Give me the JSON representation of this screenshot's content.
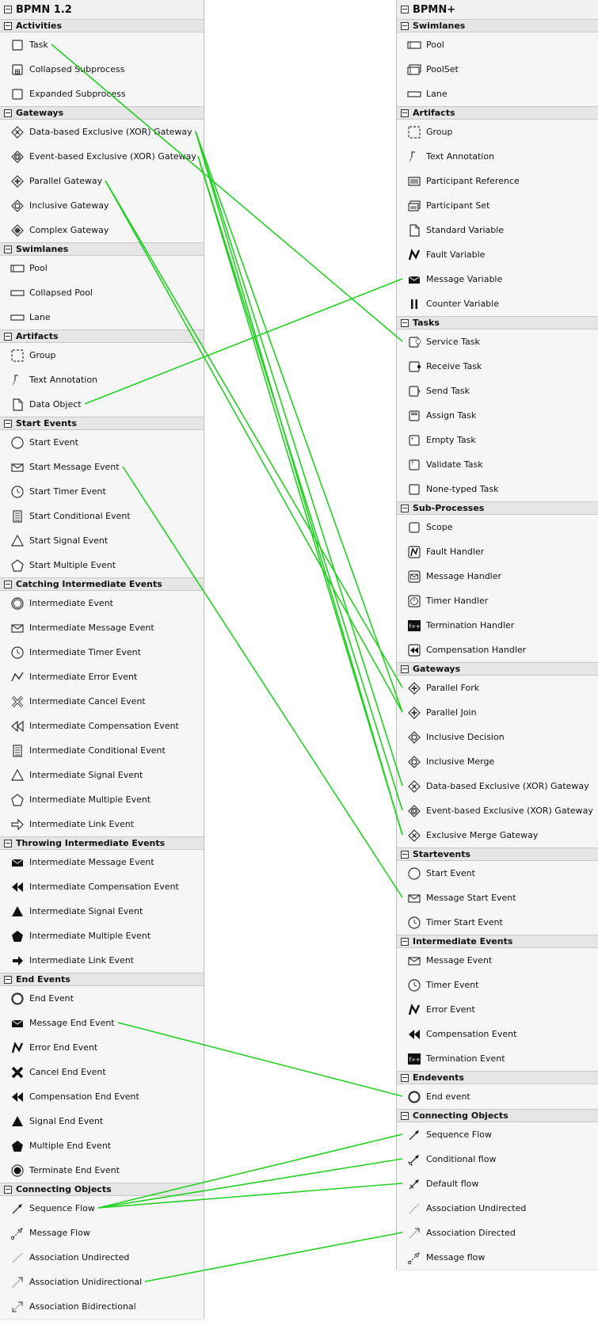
{
  "connector_color": "#22d022",
  "left": {
    "title": "BPMN 1.2",
    "sections": [
      {
        "label": "Activities",
        "items": [
          {
            "label": "Task",
            "icon": "task-icon"
          },
          {
            "label": "Collapsed Subprocess",
            "icon": "collapsed-subprocess-icon"
          },
          {
            "label": "Expanded Subprocess",
            "icon": "expanded-subprocess-icon"
          }
        ]
      },
      {
        "label": "Gateways",
        "items": [
          {
            "label": "Data-based Exclusive (XOR) Gateway",
            "icon": "xor-gateway-icon"
          },
          {
            "label": "Event-based Exclusive (XOR) Gateway",
            "icon": "event-gateway-icon"
          },
          {
            "label": "Parallel Gateway",
            "icon": "parallel-gateway-icon"
          },
          {
            "label": "Inclusive Gateway",
            "icon": "inclusive-gateway-icon"
          },
          {
            "label": "Complex Gateway",
            "icon": "complex-gateway-icon"
          }
        ]
      },
      {
        "label": "Swimlanes",
        "items": [
          {
            "label": "Pool",
            "icon": "pool-icon"
          },
          {
            "label": "Collapsed Pool",
            "icon": "collapsed-pool-icon"
          },
          {
            "label": "Lane",
            "icon": "lane-icon"
          }
        ]
      },
      {
        "label": "Artifacts",
        "items": [
          {
            "label": "Group",
            "icon": "group-icon"
          },
          {
            "label": "Text Annotation",
            "icon": "text-annotation-icon"
          },
          {
            "label": "Data Object",
            "icon": "data-object-icon"
          }
        ]
      },
      {
        "label": "Start Events",
        "items": [
          {
            "label": "Start Event",
            "icon": "start-event-icon"
          },
          {
            "label": "Start Message Event",
            "icon": "envelope-icon"
          },
          {
            "label": "Start Timer Event",
            "icon": "clock-icon"
          },
          {
            "label": "Start Conditional Event",
            "icon": "conditional-icon"
          },
          {
            "label": "Start Signal Event",
            "icon": "triangle-icon"
          },
          {
            "label": "Start Multiple Event",
            "icon": "pentagon-icon"
          }
        ]
      },
      {
        "label": "Catching Intermediate Events",
        "items": [
          {
            "label": "Intermediate Event",
            "icon": "intermediate-event-icon"
          },
          {
            "label": "Intermediate Message Event",
            "icon": "envelope-icon"
          },
          {
            "label": "Intermediate Timer Event",
            "icon": "clock-icon"
          },
          {
            "label": "Intermediate Error Event",
            "icon": "error-icon"
          },
          {
            "label": "Intermediate Cancel Event",
            "icon": "cancel-icon"
          },
          {
            "label": "Intermediate Compensation Event",
            "icon": "compensation-icon"
          },
          {
            "label": "Intermediate Conditional Event",
            "icon": "conditional-icon"
          },
          {
            "label": "Intermediate Signal Event",
            "icon": "triangle-icon"
          },
          {
            "label": "Intermediate Multiple Event",
            "icon": "pentagon-icon"
          },
          {
            "label": "Intermediate Link Event",
            "icon": "link-arrow-icon"
          }
        ]
      },
      {
        "label": "Throwing Intermediate Events",
        "items": [
          {
            "label": "Intermediate Message Event",
            "icon": "envelope-filled-icon"
          },
          {
            "label": "Intermediate Compensation Event",
            "icon": "compensation-filled-icon"
          },
          {
            "label": "Intermediate Signal Event",
            "icon": "triangle-filled-icon"
          },
          {
            "label": "Intermediate Multiple Event",
            "icon": "pentagon-filled-icon"
          },
          {
            "label": "Intermediate Link Event",
            "icon": "link-arrow-filled-icon"
          }
        ]
      },
      {
        "label": "End Events",
        "items": [
          {
            "label": "End Event",
            "icon": "end-event-icon"
          },
          {
            "label": "Message End Event",
            "icon": "envelope-filled-icon"
          },
          {
            "label": "Error End Event",
            "icon": "error-filled-icon"
          },
          {
            "label": "Cancel End Event",
            "icon": "cancel-filled-icon"
          },
          {
            "label": "Compensation End Event",
            "icon": "compensation-filled-icon"
          },
          {
            "label": "Signal End Event",
            "icon": "triangle-filled-icon"
          },
          {
            "label": "Multiple End Event",
            "icon": "pentagon-filled-icon"
          },
          {
            "label": "Terminate End Event",
            "icon": "terminate-icon"
          }
        ]
      },
      {
        "label": "Connecting Objects",
        "items": [
          {
            "label": "Sequence Flow",
            "icon": "sequence-flow-icon"
          },
          {
            "label": "Message Flow",
            "icon": "message-flow-icon"
          },
          {
            "label": "Association Undirected",
            "icon": "association-undirected-icon"
          },
          {
            "label": "Association Unidirectional",
            "icon": "association-directed-icon"
          },
          {
            "label": "Association Bidirectional",
            "icon": "association-bidirectional-icon"
          }
        ]
      }
    ]
  },
  "right": {
    "title": "BPMN+",
    "sections": [
      {
        "label": "Swimlanes",
        "items": [
          {
            "label": "Pool",
            "icon": "pool-icon"
          },
          {
            "label": "PoolSet",
            "icon": "poolset-icon"
          },
          {
            "label": "Lane",
            "icon": "lane-icon"
          }
        ]
      },
      {
        "label": "Artifacts",
        "items": [
          {
            "label": "Group",
            "icon": "group-icon"
          },
          {
            "label": "Text Annotation",
            "icon": "text-annotation-icon"
          },
          {
            "label": "Participant Reference",
            "icon": "participant-reference-icon"
          },
          {
            "label": "Participant Set",
            "icon": "participant-set-icon"
          },
          {
            "label": "Standard Variable",
            "icon": "data-object-icon"
          },
          {
            "label": "Fault Variable",
            "icon": "error-filled-icon"
          },
          {
            "label": "Message Variable",
            "icon": "envelope-filled-icon"
          },
          {
            "label": "Counter Variable",
            "icon": "pause-icon"
          }
        ]
      },
      {
        "label": "Tasks",
        "items": [
          {
            "label": "Service Task",
            "icon": "service-task-icon"
          },
          {
            "label": "Receive Task",
            "icon": "receive-task-icon"
          },
          {
            "label": "Send Task",
            "icon": "send-task-icon"
          },
          {
            "label": "Assign Task",
            "icon": "assign-task-icon"
          },
          {
            "label": "Empty Task",
            "icon": "empty-task-icon"
          },
          {
            "label": "Validate Task",
            "icon": "validate-task-icon"
          },
          {
            "label": "None-typed Task",
            "icon": "task-icon"
          }
        ]
      },
      {
        "label": "Sub-Processes",
        "items": [
          {
            "label": "Scope",
            "icon": "scope-icon"
          },
          {
            "label": "Fault Handler",
            "icon": "fault-handler-icon"
          },
          {
            "label": "Message Handler",
            "icon": "message-handler-icon"
          },
          {
            "label": "Timer Handler",
            "icon": "timer-handler-icon"
          },
          {
            "label": "Termination Handler",
            "icon": "termination-handler-icon"
          },
          {
            "label": "Compensation Handler",
            "icon": "compensation-handler-icon"
          }
        ]
      },
      {
        "label": "Gateways",
        "items": [
          {
            "label": "Parallel Fork",
            "icon": "parallel-gateway-icon"
          },
          {
            "label": "Parallel Join",
            "icon": "parallel-gateway-icon"
          },
          {
            "label": "Inclusive Decision",
            "icon": "inclusive-gateway-icon"
          },
          {
            "label": "Inclusive Merge",
            "icon": "inclusive-gateway-icon"
          },
          {
            "label": "Data-based Exclusive (XOR) Gateway",
            "icon": "xor-gateway-icon"
          },
          {
            "label": "Event-based Exclusive (XOR) Gateway",
            "icon": "event-gateway-icon"
          },
          {
            "label": "Exclusive Merge Gateway",
            "icon": "xor-gateway-icon"
          }
        ]
      },
      {
        "label": "Startevents",
        "items": [
          {
            "label": "Start Event",
            "icon": "start-event-icon"
          },
          {
            "label": "Message Start Event",
            "icon": "envelope-icon"
          },
          {
            "label": "Timer Start Event",
            "icon": "clock-icon"
          }
        ]
      },
      {
        "label": "Intermediate Events",
        "items": [
          {
            "label": "Message Event",
            "icon": "envelope-icon"
          },
          {
            "label": "Timer Event",
            "icon": "clock-icon"
          },
          {
            "label": "Error Event",
            "icon": "error-filled-icon"
          },
          {
            "label": "Compensation Event",
            "icon": "compensation-filled-icon"
          },
          {
            "label": "Termination Event",
            "icon": "termination-handler-icon"
          }
        ]
      },
      {
        "label": "Endevents",
        "items": [
          {
            "label": "End event",
            "icon": "end-event-icon"
          }
        ]
      },
      {
        "label": "Connecting Objects",
        "items": [
          {
            "label": "Sequence Flow",
            "icon": "sequence-flow-icon"
          },
          {
            "label": "Conditional flow",
            "icon": "conditional-flow-icon"
          },
          {
            "label": "Default flow",
            "icon": "default-flow-icon"
          },
          {
            "label": "Association Undirected",
            "icon": "association-undirected-icon"
          },
          {
            "label": "Association Directed",
            "icon": "association-directed-icon"
          },
          {
            "label": "Message flow",
            "icon": "message-flow-icon"
          }
        ]
      }
    ]
  },
  "mappings": [
    {
      "from": "Task",
      "to": "Service Task"
    },
    {
      "from": "Data-based Exclusive (XOR) Gateway",
      "to": "Data-based Exclusive (XOR) Gateway"
    },
    {
      "from": "Data-based Exclusive (XOR) Gateway",
      "to": "Parallel Join"
    },
    {
      "from": "Data-based Exclusive (XOR) Gateway",
      "to": "Exclusive Merge Gateway"
    },
    {
      "from": "Event-based Exclusive (XOR) Gateway",
      "to": "Event-based Exclusive (XOR) Gateway"
    },
    {
      "from": "Event-based Exclusive (XOR) Gateway",
      "to": "Exclusive Merge Gateway"
    },
    {
      "from": "Parallel Gateway",
      "to": "Parallel Fork"
    },
    {
      "from": "Parallel Gateway",
      "to": "Parallel Join"
    },
    {
      "from": "Data Object",
      "to": "Message Variable"
    },
    {
      "from": "Start Message Event",
      "to": "Message Start Event"
    },
    {
      "from": "Message End Event",
      "to": "End event"
    },
    {
      "from": "Sequence Flow",
      "to": "Sequence Flow"
    },
    {
      "from": "Sequence Flow",
      "to": "Conditional flow"
    },
    {
      "from": "Sequence Flow",
      "to": "Default flow"
    },
    {
      "from": "Association Unidirectional",
      "to": "Association Directed"
    }
  ]
}
